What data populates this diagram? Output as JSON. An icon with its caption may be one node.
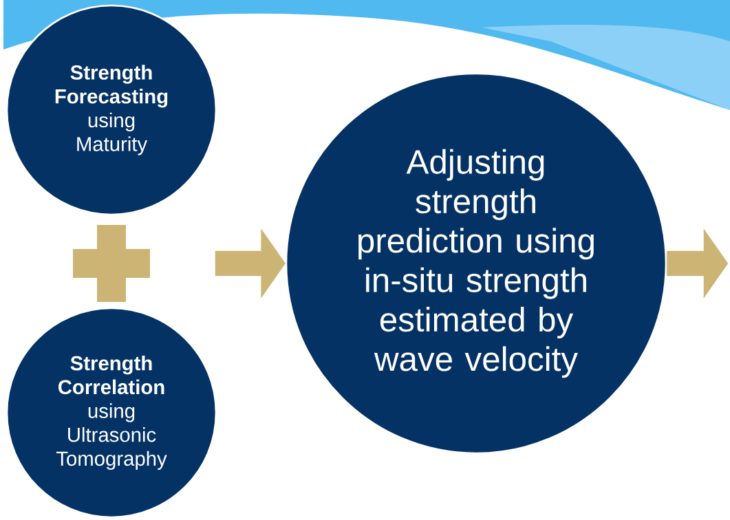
{
  "diagram": {
    "nodes": [
      {
        "text": [
          "**Strength Forecasting** using Maturity"
        ]
      },
      {
        "text": [
          "**Strength Correlation** using Ultrasonic Tomography"
        ]
      },
      {
        "text": [
          "Adjusting strength prediction using in-situ strength estimated by wave velocity"
        ]
      }
    ],
    "edges": [
      {
        "from": null,
        "to": 2,
        "arrow": "to"
      },
      {
        "from": 2,
        "to": null,
        "arrow": "to"
      }
    ]
  }
}
